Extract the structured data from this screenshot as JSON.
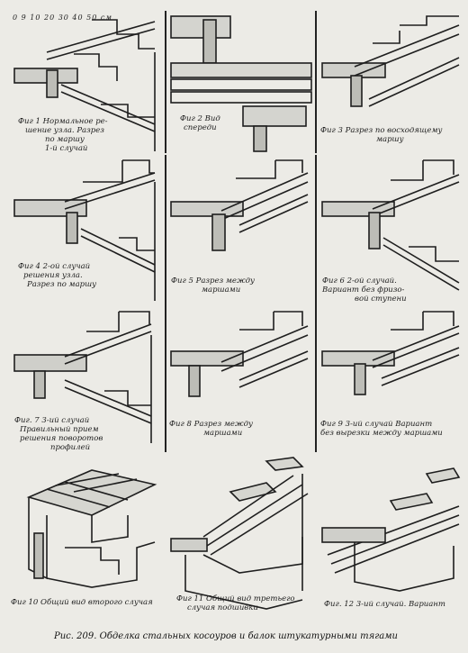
{
  "scale": {
    "label": "0  9  10  20  30  40  50 см"
  },
  "figures": [
    {
      "id": "fig1",
      "caption": [
        "Фиг 1 Нормальное ре-",
        "шение узла. Разрез",
        "по маршу",
        "1-й случай"
      ]
    },
    {
      "id": "fig2",
      "caption": [
        "Фиг 2 Вид",
        "спереди"
      ]
    },
    {
      "id": "fig3",
      "caption": [
        "Фиг 3 Разрез по восходящему",
        "маршу"
      ]
    },
    {
      "id": "fig4",
      "caption": [
        "Фиг 4 2-ой случай",
        "решения узла.",
        "Разрез по маршу"
      ]
    },
    {
      "id": "fig5",
      "caption": [
        "Фиг 5 Разрез между",
        "маршами"
      ]
    },
    {
      "id": "fig6",
      "caption": [
        "Фиг 6 2-ой случай.",
        "Вариант без фризо-",
        "вой ступени"
      ]
    },
    {
      "id": "fig7",
      "caption": [
        "Фиг. 7 3-ий случай",
        "Правильный прием",
        "решения поворотов",
        "профилей"
      ]
    },
    {
      "id": "fig8",
      "caption": [
        "Фиг 8 Разрез между",
        "маршами"
      ]
    },
    {
      "id": "fig9",
      "caption": [
        "Фиг 9 3-ий случай Вариант",
        "без вырезки между маршами"
      ]
    },
    {
      "id": "fig10",
      "caption": [
        "Фиг 10 Общий вид второго случая"
      ]
    },
    {
      "id": "fig11",
      "caption": [
        "Фиг 11 Общий вид третьего",
        "случая подшивки"
      ]
    },
    {
      "id": "fig12",
      "caption": [
        "Фиг. 12 3-ий случай. Вариант"
      ]
    }
  ],
  "bottom_caption": "Рис. 209. Обделка стальных косоуров и балок штукатурными тягами"
}
